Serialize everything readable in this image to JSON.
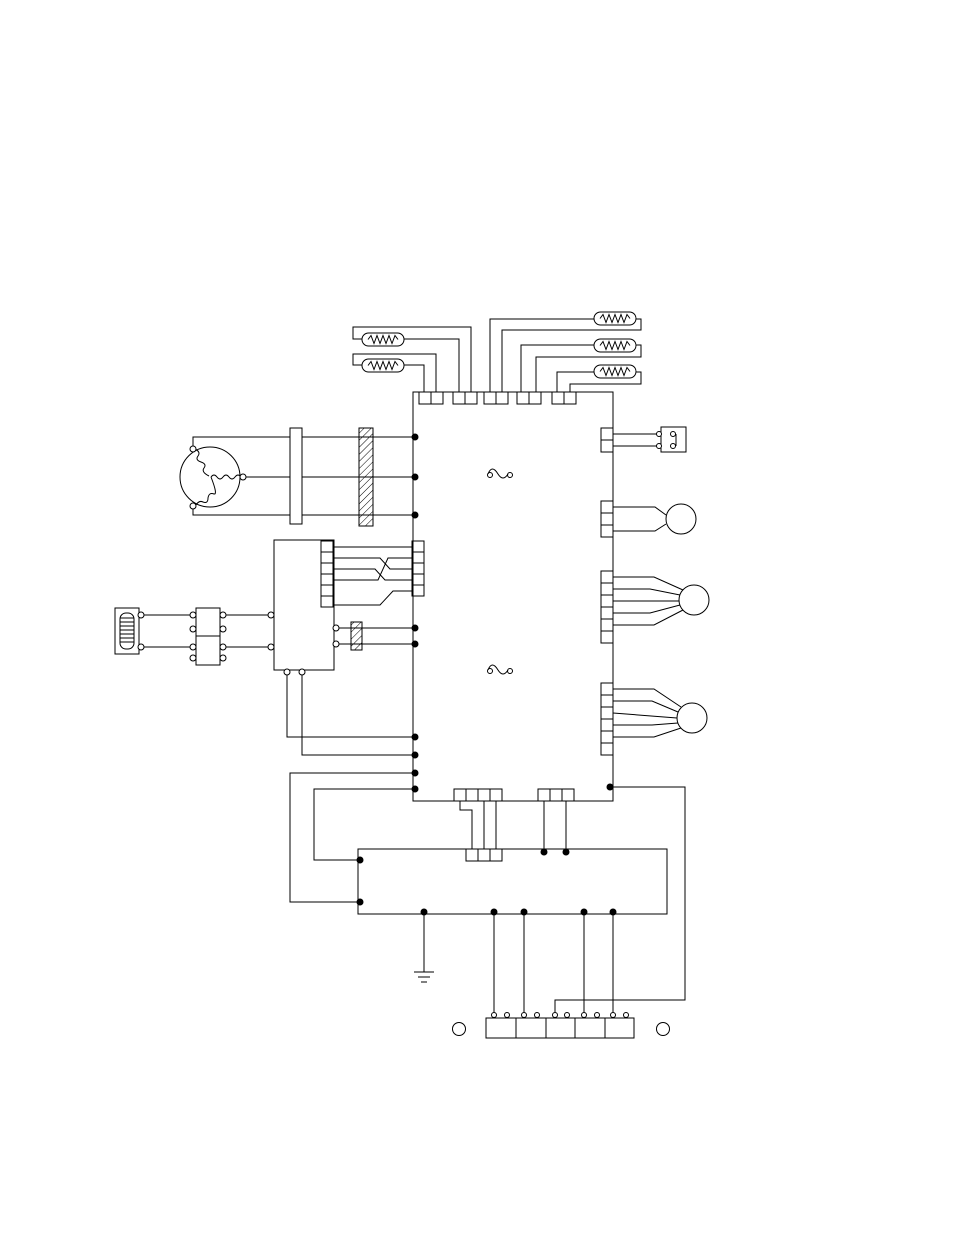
{
  "diagram": {
    "kind": "wiring-diagram",
    "labels": [],
    "colors": {
      "line": "#000000",
      "background": "#ffffff",
      "hatch": "#000000"
    },
    "components": [
      {
        "name": "main-control-board"
      },
      {
        "name": "thermistor",
        "count": 5
      },
      {
        "name": "compressor-motor-icon"
      },
      {
        "name": "inverter-module"
      },
      {
        "name": "reactor-coil-icon"
      },
      {
        "name": "noise-filter-board"
      },
      {
        "name": "terminal-block",
        "terminals": 5
      },
      {
        "name": "ground-icon"
      },
      {
        "name": "fan-motor-icon"
      },
      {
        "name": "stepping-motor-icon",
        "count": 2
      }
    ]
  }
}
